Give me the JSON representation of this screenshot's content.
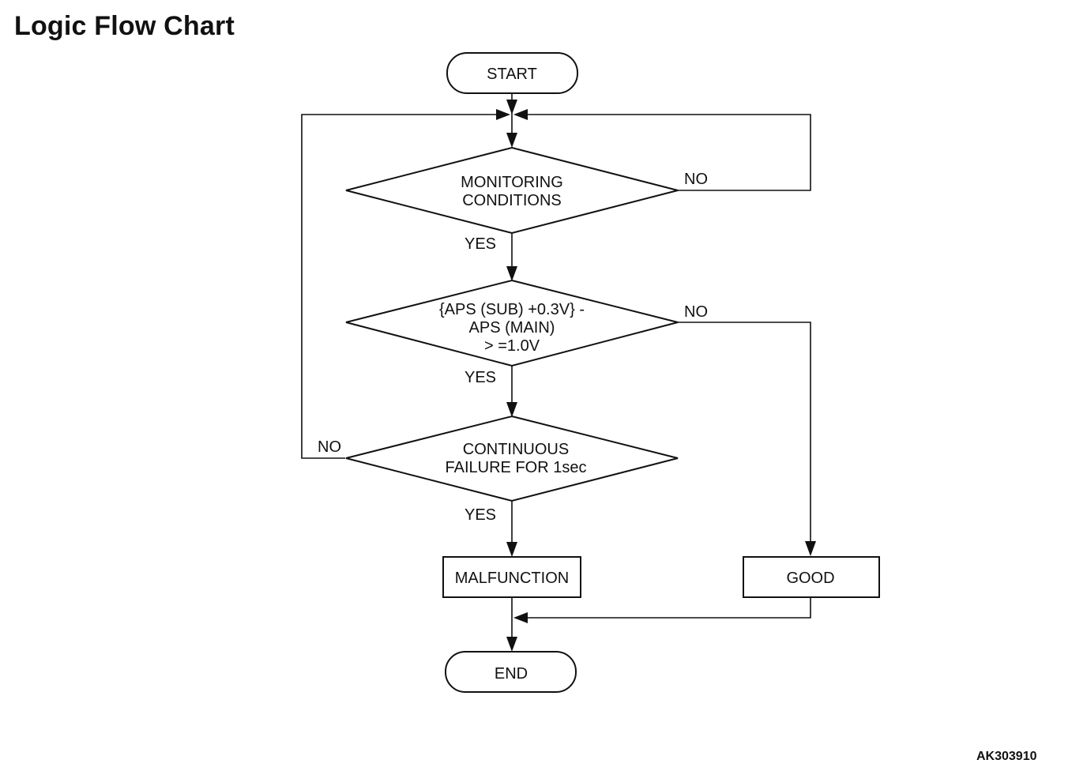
{
  "title": "Logic Flow Chart",
  "figure_id": "AK303910",
  "nodes": {
    "start": "START",
    "monitoring": [
      "MONITORING",
      "CONDITIONS"
    ],
    "aps_check": [
      "{APS (SUB) +0.3V} -",
      "APS (MAIN)",
      "> =1.0V"
    ],
    "continuous": [
      "CONTINUOUS",
      "FAILURE FOR 1sec"
    ],
    "malfunction": "MALFUNCTION",
    "good": "GOOD",
    "end": "END"
  },
  "edges": {
    "monitoring_yes": "YES",
    "monitoring_no": "NO",
    "aps_yes": "YES",
    "aps_no": "NO",
    "continuous_yes": "YES",
    "continuous_no": "NO"
  },
  "colors": {
    "stroke": "#111111",
    "background": "#ffffff"
  }
}
